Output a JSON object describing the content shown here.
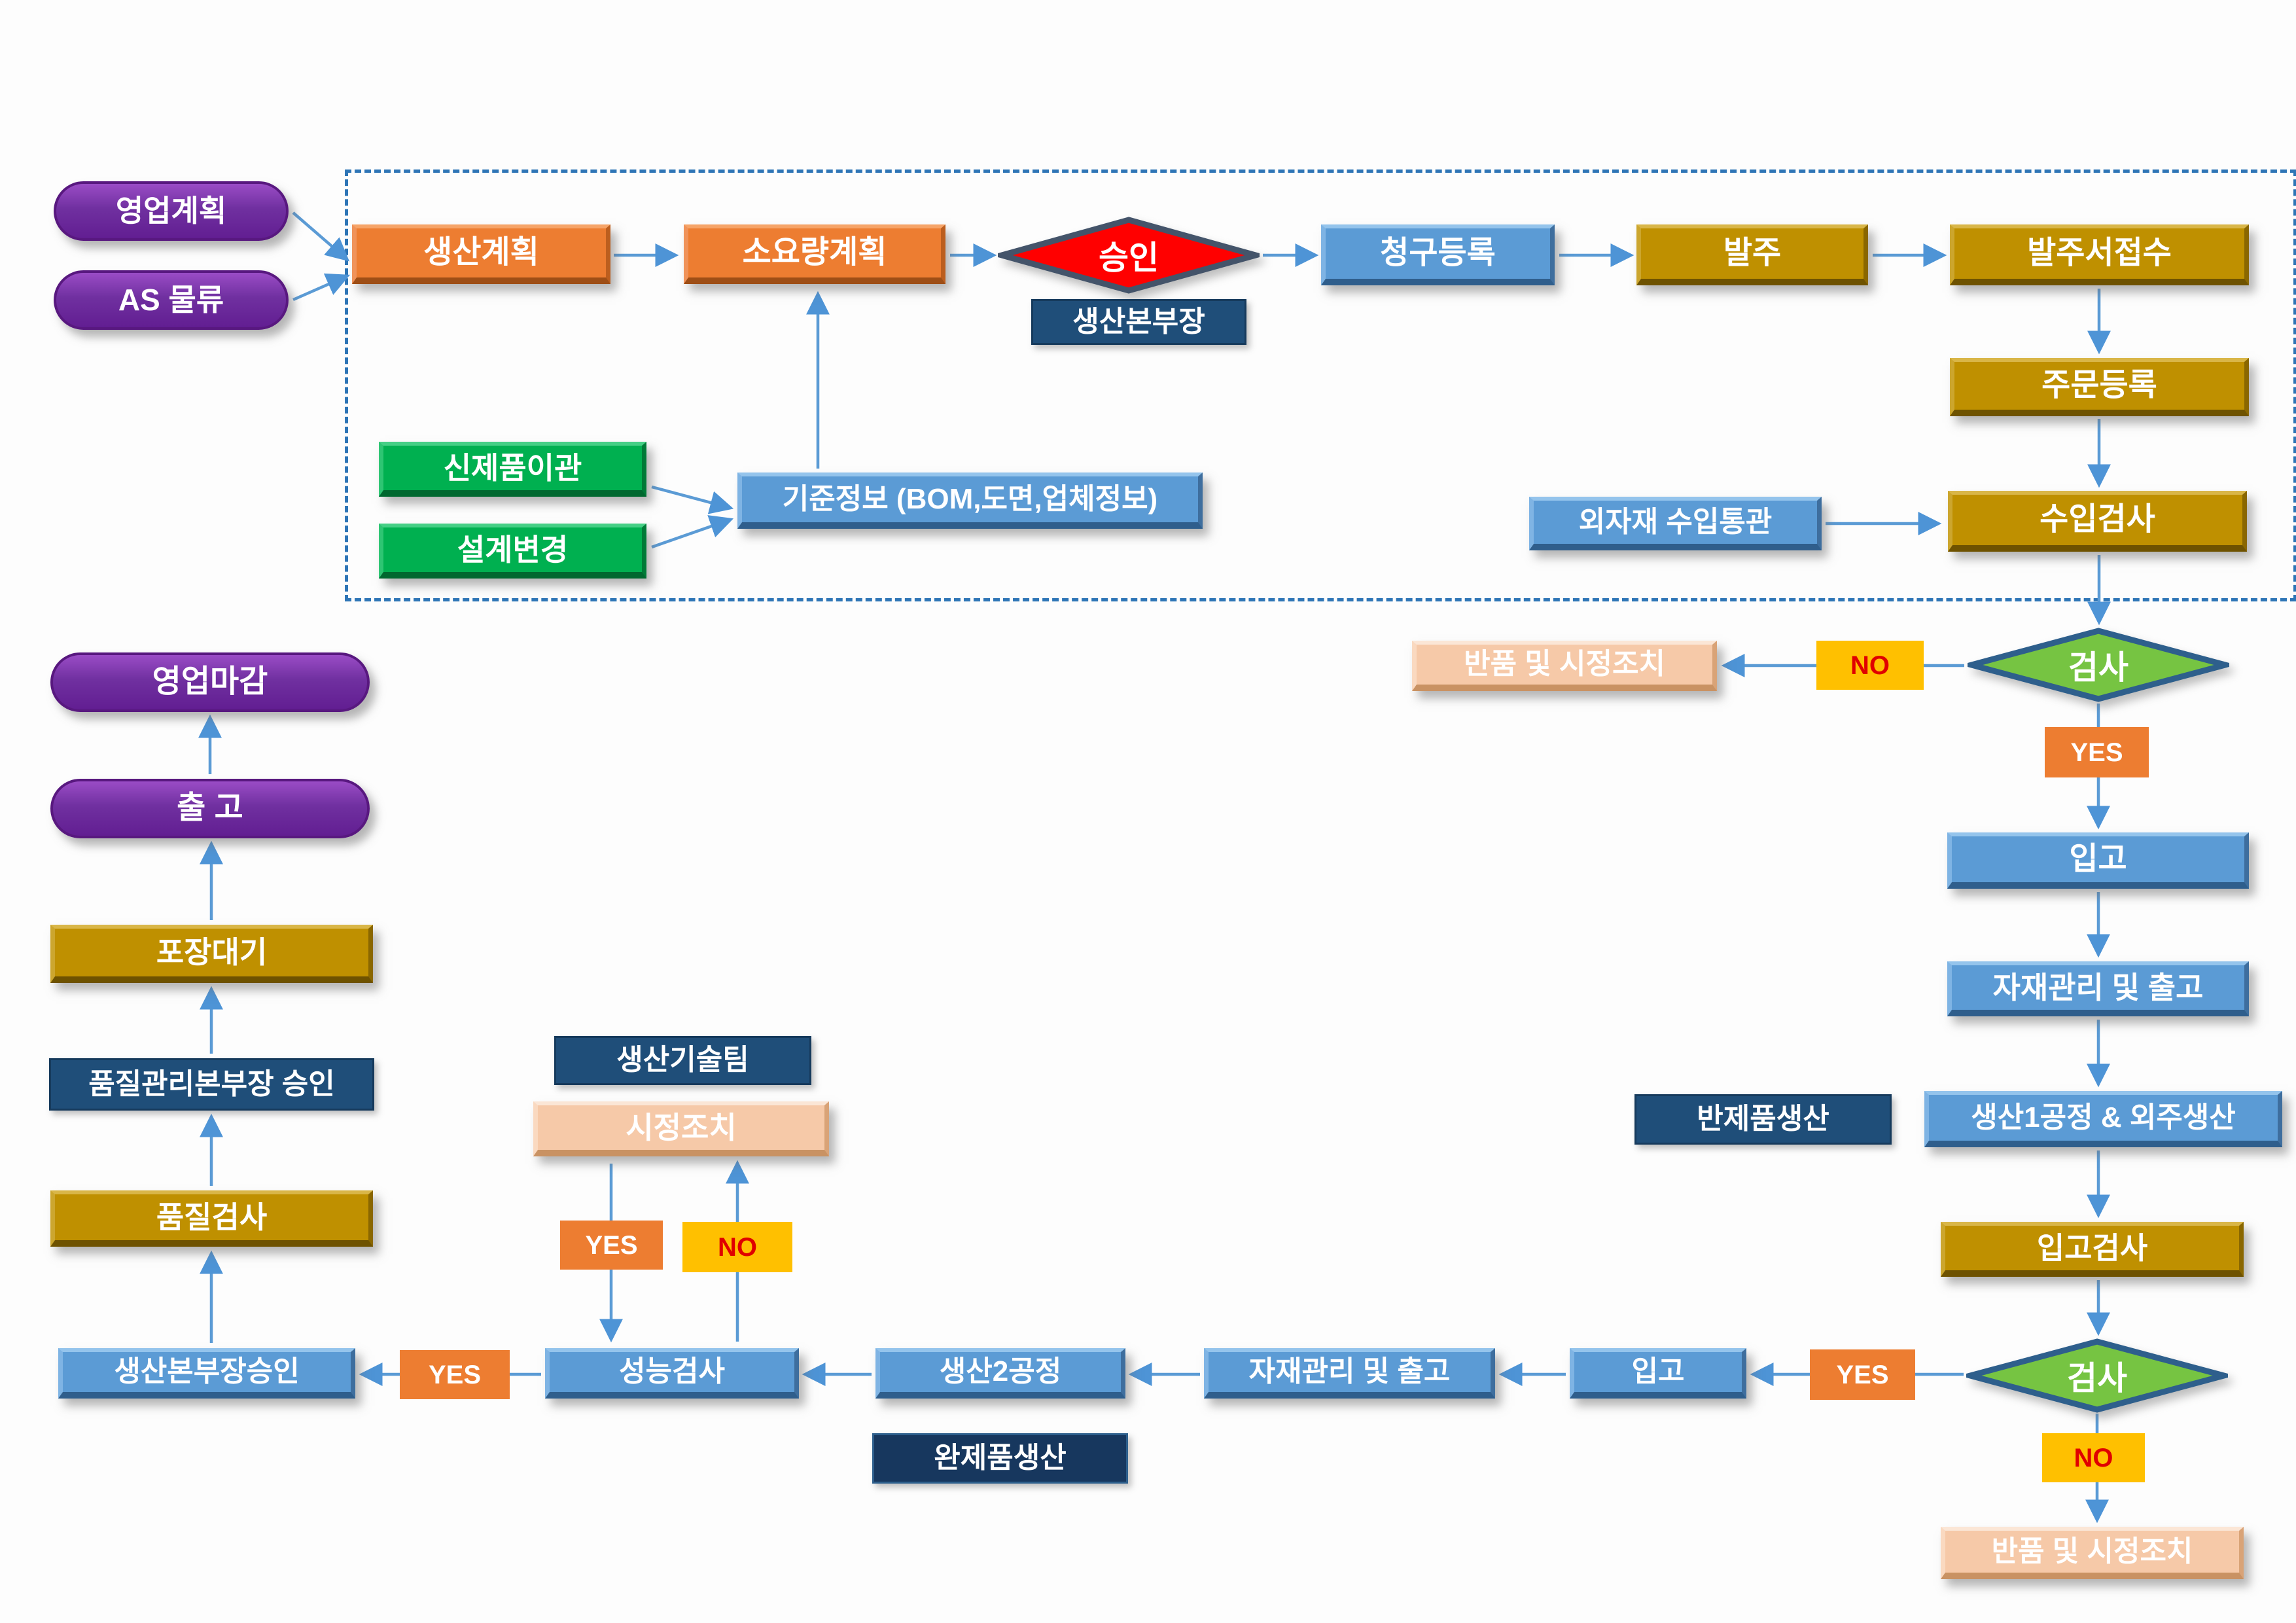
{
  "diagram": {
    "nodes": {
      "sales_plan": {
        "label": "영업계획"
      },
      "as_logistics": {
        "label": "AS 물류"
      },
      "production_plan": {
        "label": "생산계획"
      },
      "requirement_plan": {
        "label": "소요량계획"
      },
      "approval": {
        "label": "승인"
      },
      "prod_head": {
        "label": "생산본부장"
      },
      "request_register": {
        "label": "청구등록"
      },
      "order_issue": {
        "label": "발주"
      },
      "order_receipt": {
        "label": "발주서접수"
      },
      "order_register": {
        "label": "주문등록"
      },
      "new_product_transfer": {
        "label": "신제품이관"
      },
      "design_change": {
        "label": "설계변경"
      },
      "base_info": {
        "label": "기준정보 (BOM,도면,업체정보)"
      },
      "import_customs": {
        "label": "외자재 수입통관"
      },
      "import_inspection": {
        "label": "수입검사"
      },
      "inspection_top": {
        "label": "검사"
      },
      "return_corrective_top": {
        "label": "반품 및 시정조치"
      },
      "receiving_right": {
        "label": "입고"
      },
      "material_out_right": {
        "label": "자재관리 및 출고"
      },
      "semi_product": {
        "label": "반제품생산"
      },
      "production1": {
        "label": "생산1공정 & 외주생산"
      },
      "incoming_inspection": {
        "label": "입고검사"
      },
      "inspection_bottom": {
        "label": "검사"
      },
      "return_corrective_bottom": {
        "label": "반품 및 시정조치"
      },
      "receiving_bottom": {
        "label": "입고"
      },
      "material_out_bottom": {
        "label": "자재관리 및 출고"
      },
      "production2": {
        "label": "생산2공정"
      },
      "finished_product": {
        "label": "완제품생산"
      },
      "performance_test": {
        "label": "성능검사"
      },
      "prod_head_approval": {
        "label": "생산본부장승인"
      },
      "quality_inspection": {
        "label": "품질검사"
      },
      "qc_head_approval": {
        "label": "품질관리본부장 승인"
      },
      "packaging_wait": {
        "label": "포장대기"
      },
      "shipment": {
        "label": "출 고"
      },
      "sales_closing": {
        "label": "영업마감"
      },
      "prod_tech_team": {
        "label": "생산기술팀"
      },
      "corrective_action": {
        "label": "시정조치"
      }
    },
    "badges": {
      "yes": "YES",
      "no": "NO"
    },
    "palette": {
      "purple": "#7030A0",
      "orange": "#ED7D31",
      "blue": "#5B9BD5",
      "gold": "#BF9000",
      "green": "#00B050",
      "navy": "#1F4E79",
      "dark_navy": "#17375E",
      "peach": "#F6C9A8",
      "yellow": "#FFC000",
      "diamond_red": "#FF0000",
      "diamond_green": "#76C442",
      "arrow_blue": "#5B9BD5",
      "no_text_red": "#E00000",
      "dashed_border_blue": "#2E75B6"
    },
    "edges": [
      {
        "from": "sales_plan",
        "to": "production_plan"
      },
      {
        "from": "as_logistics",
        "to": "production_plan"
      },
      {
        "from": "production_plan",
        "to": "requirement_plan"
      },
      {
        "from": "requirement_plan",
        "to": "approval"
      },
      {
        "from": "approval",
        "to": "request_register"
      },
      {
        "from": "request_register",
        "to": "order_issue"
      },
      {
        "from": "order_issue",
        "to": "order_receipt"
      },
      {
        "from": "order_receipt",
        "to": "order_register"
      },
      {
        "from": "order_register",
        "to": "import_inspection"
      },
      {
        "from": "import_customs",
        "to": "import_inspection"
      },
      {
        "from": "new_product_transfer",
        "to": "base_info"
      },
      {
        "from": "design_change",
        "to": "base_info"
      },
      {
        "from": "base_info",
        "to": "requirement_plan"
      },
      {
        "from": "import_inspection",
        "to": "inspection_top"
      },
      {
        "from": "inspection_top",
        "to": "return_corrective_top",
        "label": "NO"
      },
      {
        "from": "inspection_top",
        "to": "receiving_right",
        "label": "YES"
      },
      {
        "from": "receiving_right",
        "to": "material_out_right"
      },
      {
        "from": "material_out_right",
        "to": "production1"
      },
      {
        "from": "production1",
        "to": "incoming_inspection"
      },
      {
        "from": "incoming_inspection",
        "to": "inspection_bottom"
      },
      {
        "from": "inspection_bottom",
        "to": "return_corrective_bottom",
        "label": "NO"
      },
      {
        "from": "inspection_bottom",
        "to": "receiving_bottom",
        "label": "YES"
      },
      {
        "from": "receiving_bottom",
        "to": "material_out_bottom"
      },
      {
        "from": "material_out_bottom",
        "to": "production2"
      },
      {
        "from": "production2",
        "to": "performance_test"
      },
      {
        "from": "performance_test",
        "to": "corrective_action",
        "label": "NO"
      },
      {
        "from": "corrective_action",
        "to": "performance_test",
        "label": "YES"
      },
      {
        "from": "performance_test",
        "to": "prod_head_approval",
        "label": "YES"
      },
      {
        "from": "prod_head_approval",
        "to": "quality_inspection"
      },
      {
        "from": "quality_inspection",
        "to": "qc_head_approval"
      },
      {
        "from": "qc_head_approval",
        "to": "packaging_wait"
      },
      {
        "from": "packaging_wait",
        "to": "shipment"
      },
      {
        "from": "shipment",
        "to": "sales_closing"
      }
    ]
  }
}
